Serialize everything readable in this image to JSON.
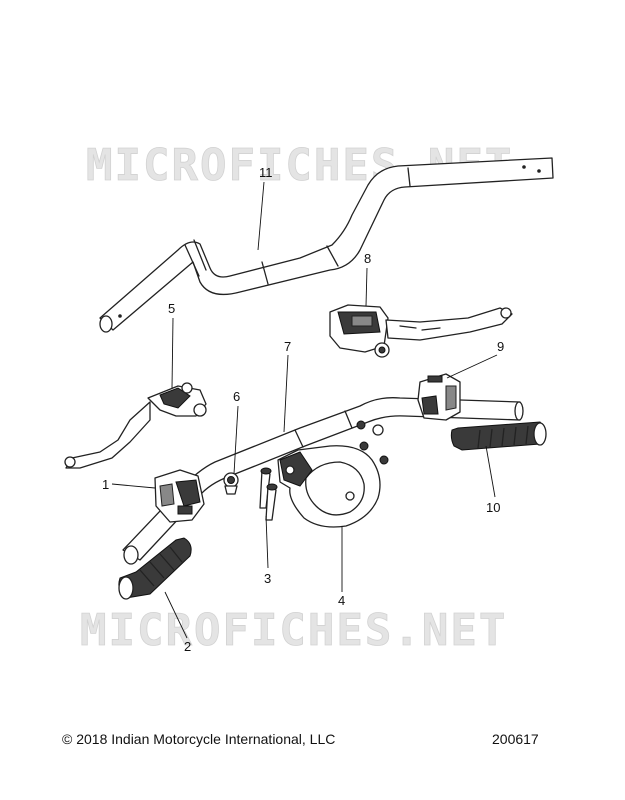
{
  "diagram": {
    "watermarks": [
      "MICROFICHES.NET",
      "MICROFICHES.NET"
    ],
    "callouts": [
      {
        "id": "1",
        "label": "1"
      },
      {
        "id": "2",
        "label": "2"
      },
      {
        "id": "3",
        "label": "3"
      },
      {
        "id": "4",
        "label": "4"
      },
      {
        "id": "5",
        "label": "5"
      },
      {
        "id": "6",
        "label": "6"
      },
      {
        "id": "7",
        "label": "7"
      },
      {
        "id": "8",
        "label": "8"
      },
      {
        "id": "9",
        "label": "9"
      },
      {
        "id": "10",
        "label": "10"
      },
      {
        "id": "11",
        "label": "11"
      }
    ]
  },
  "footer": {
    "copyright": "© 2018 Indian Motorcycle International, LLC",
    "doc_number": "200617"
  }
}
